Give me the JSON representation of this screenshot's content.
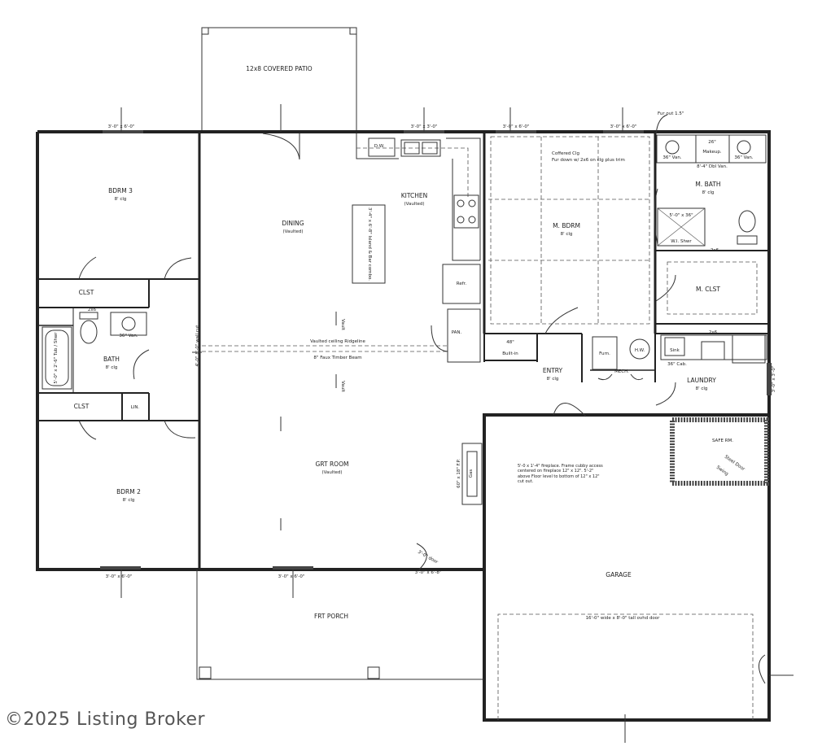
{
  "watermark": "©2025 Listing Broker",
  "rooms": {
    "covered_patio": "12x8 COVERED PATIO",
    "bdrm3": {
      "name": "BDRM 3",
      "ceil": "8' clg"
    },
    "bdrm2": {
      "name": "BDRM 2",
      "ceil": "8' clg"
    },
    "dining": {
      "name": "DINING",
      "ceil": "(Vaulted)"
    },
    "kitchen": {
      "name": "KITCHEN",
      "ceil": "(Vaulted)"
    },
    "mbdrm": {
      "name": "M. BDRM",
      "ceil": "8' clg"
    },
    "mbath": {
      "name": "M. BATH",
      "ceil": "8' clg"
    },
    "mclst": "M. CLST",
    "bath": {
      "name": "BATH",
      "ceil": "8' clg"
    },
    "clst_upper": "CLST",
    "clst_lower": "CLST",
    "lin": "LIN.",
    "grt_room": {
      "name": "GRT ROOM",
      "ceil": "(Vaulted)"
    },
    "entry": {
      "name": "ENTRY",
      "ceil": "8' clg"
    },
    "laundry": {
      "name": "LAUNDRY",
      "ceil": "8' clg"
    },
    "garage": "GARAGE",
    "frt_porch": "FRT PORCH",
    "safe_rm": "SAFE RM.",
    "pan": "PAN.",
    "mech": "MECH."
  },
  "fixtures": {
    "dw": "D.W.",
    "refr": "Refr.",
    "island": "3'-4\" x 6'-8\" Island & Bar combo.",
    "built_in_size": "48\"",
    "built_in": "Built-in",
    "furn": "Furn.",
    "hw": "H.W.",
    "sink": "Sink",
    "cab": "36\" Cab.",
    "van36_bath": "36\" Van.",
    "tub": "5'-0\" x 2'-6\" Tub / Shwr",
    "mbath_van_left": "36\" Van.",
    "mbath_van_right": "36\" Van.",
    "makeup_size": "26\"",
    "makeup": "Makeup.",
    "dbl_van": "8'-4\" Dbl Van.",
    "shower": "5'-0\" x 36\"",
    "wi_shwr": "W.I. Shwr",
    "fireplace": "60\" x 18\" F.P.",
    "gas": "Gas",
    "fireplace_note": "5'-0 x 1'-4\" fireplace. Frame cubby access centered on fireplace 12\" x 12\". 5'-2\" above Floor level to bottom of 12\" x 12\" cut out.",
    "coffered": "Coffered Clg",
    "coffered_note": "Fur down w/ 2x6 on clg plus trim",
    "fur_out": "Fur out 1.5\"",
    "safe_door": "Steel Door",
    "safe_swing": "Swing"
  },
  "notes": {
    "ridge": "Vaulted ceiling Ridgeline",
    "beam": "8\" Faux Timber Beam",
    "wall_note": "4'-0\" 8'-0\" wall cut",
    "garage_door": "16'-0\" wide x 8'-0\" tall ovhd door",
    "vault_up": "Vault",
    "vault_down": "Vault",
    "twobysix_1": "2x6",
    "twobysix_2": "2x6",
    "twobysix_3": "2x6",
    "front_door": "3'-0\" door"
  },
  "windows": {
    "w_bdrm3": "3'-0\" x 6'-0\"",
    "w_kitchen": "3'-0\" x 3'-0\"",
    "w_mbdrm1": "3'-0\" x 6'-0\"",
    "w_mbdrm2": "3'-0\" x 6'-0\"",
    "w_bdrm2": "3'-0\" x 6'-0\"",
    "w_grt": "3'-0\" x 6'-0\"",
    "w_entry": "3'-0\" x 6'-8\"",
    "w_laundry": "3'-0\" x 3'-0\""
  }
}
